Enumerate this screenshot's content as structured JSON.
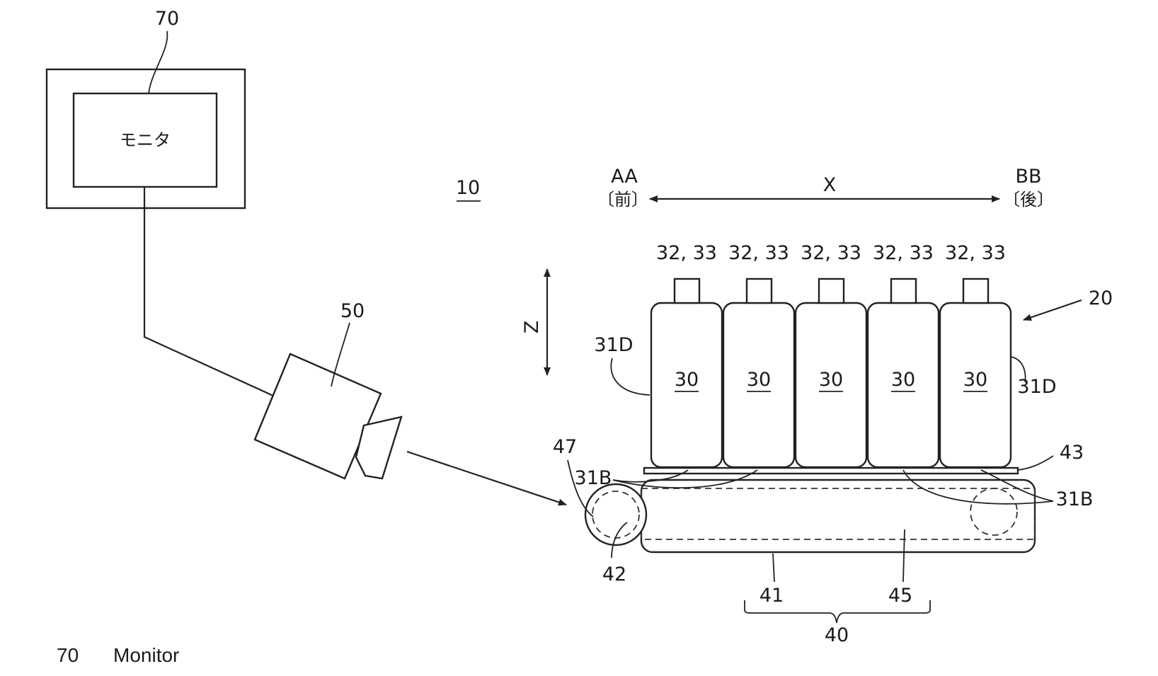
{
  "monitor": {
    "ref": "70",
    "screen_text": "モニタ"
  },
  "system": {
    "ref": "10"
  },
  "camera": {
    "ref": "50"
  },
  "rack": {
    "ref": "20"
  },
  "direction_x": {
    "axis": "X",
    "left_code": "AA",
    "left_jp": "〔前〕",
    "right_code": "BB",
    "right_jp": "〔後〕"
  },
  "direction_z": {
    "axis": "Z"
  },
  "containers": [
    {
      "ref": "30",
      "cap_label": "32, 33"
    },
    {
      "ref": "30",
      "cap_label": "32, 33"
    },
    {
      "ref": "30",
      "cap_label": "32, 33"
    },
    {
      "ref": "30",
      "cap_label": "32, 33"
    },
    {
      "ref": "30",
      "cap_label": "32, 33"
    }
  ],
  "side_labels": {
    "left_31d": "31D",
    "right_31d": "31D",
    "left_31b": "31B",
    "right_31b": "31B"
  },
  "conveyor": {
    "ref_47": "47",
    "ref_43": "43",
    "ref_42": "42",
    "ref_41": "41",
    "ref_45": "45",
    "ref_40": "40"
  },
  "legend": [
    {
      "num": "70",
      "text": "Monitor"
    }
  ]
}
